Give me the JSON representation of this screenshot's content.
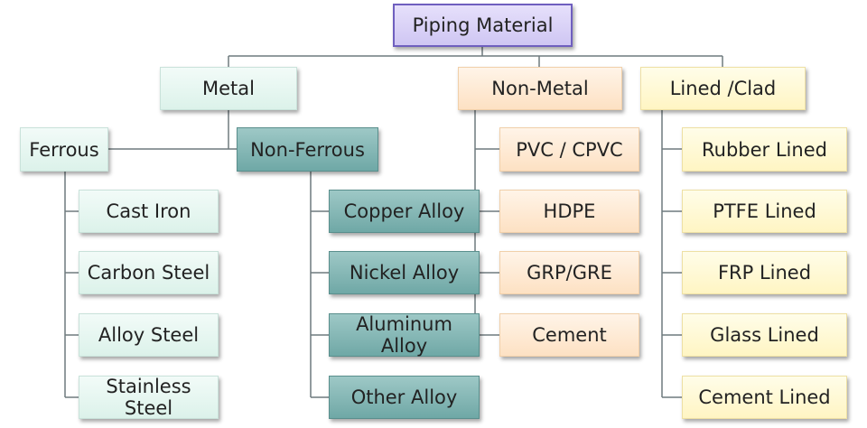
{
  "root": {
    "label": "Piping Material"
  },
  "categories": {
    "metal": "Metal",
    "non_metal": "Non-Metal",
    "lined_clad": "Lined /Clad"
  },
  "metal": {
    "ferrous": {
      "label": "Ferrous",
      "items": [
        "Cast Iron",
        "Carbon Steel",
        "Alloy Steel",
        "Stainless Steel"
      ]
    },
    "non_ferrous": {
      "label": "Non-Ferrous",
      "items": [
        "Copper Alloy",
        "Nickel Alloy",
        "Aluminum Alloy",
        "Other Alloy"
      ]
    }
  },
  "non_metal": {
    "items": [
      "PVC / CPVC",
      "HDPE",
      "GRP/GRE",
      "Cement"
    ]
  },
  "lined_clad": {
    "items": [
      "Rubber Lined",
      "PTFE Lined",
      "FRP Lined",
      "Glass Lined",
      "Cement Lined"
    ]
  },
  "colors": {
    "root_fill": "#d9d2f7",
    "metal_fill": "#e6f6f0",
    "non_ferrous_fill": "#7fb3b1",
    "non_metal_fill": "#fde8d0",
    "lined_fill": "#fff8d3",
    "connector": "#6f7a7e"
  }
}
